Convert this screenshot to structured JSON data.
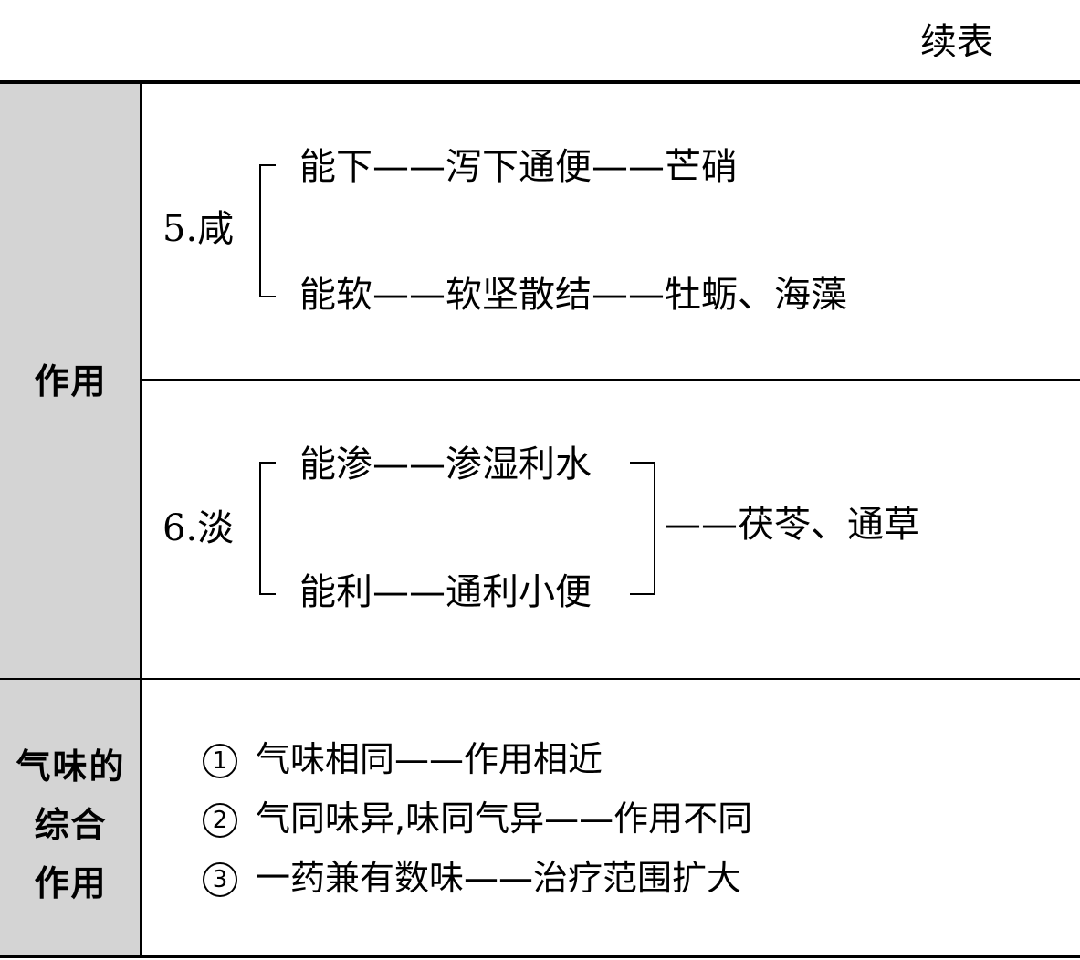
{
  "caption": "续表",
  "rows": {
    "effect_label": "作用",
    "combined_label_lines": [
      "气味的",
      "综合",
      "作用"
    ]
  },
  "salty": {
    "label": "5.咸",
    "line1": "能下——泻下通便——芒硝",
    "line2": "能软——软坚散结——牡蛎、海藻"
  },
  "bland": {
    "label": "6.淡",
    "line1": "能渗——渗湿利水",
    "line2": "能利——通利小便",
    "merged": "——茯苓、通草"
  },
  "combined": {
    "points": [
      {
        "marker": "1",
        "text": "气味相同——作用相近"
      },
      {
        "marker": "2",
        "text": "气同味异,味同气异——作用不同"
      },
      {
        "marker": "3",
        "text": "一药兼有数味——治疗范围扩大"
      }
    ]
  }
}
